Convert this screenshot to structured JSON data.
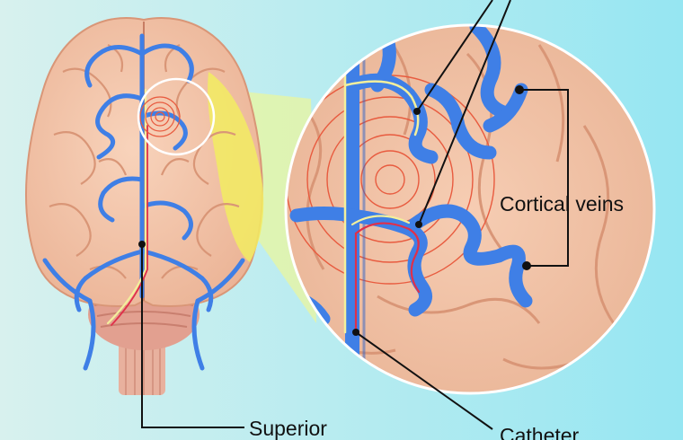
{
  "labels": {
    "cortical_veins": "Cortical veins",
    "superior": "Superior",
    "catheter": "Catheter"
  },
  "colors": {
    "background_left": "#d8f1ee",
    "background_right": "#96e6f2",
    "brain_tissue": "#f3c3a4",
    "brain_fold": "#d99677",
    "vein": "#3f7fe6",
    "vein_dark": "#2d62c8",
    "highlight": "#f2ec62",
    "catheter_red": "#e0304a",
    "catheter_yellow": "#f3ef9c",
    "target_rings": "#e85b3f",
    "cerebellum": "#e2a090",
    "leader_line": "#111111"
  },
  "icons": {
    "brain": "brain-illustration",
    "magnifier": "zoom-circle"
  }
}
